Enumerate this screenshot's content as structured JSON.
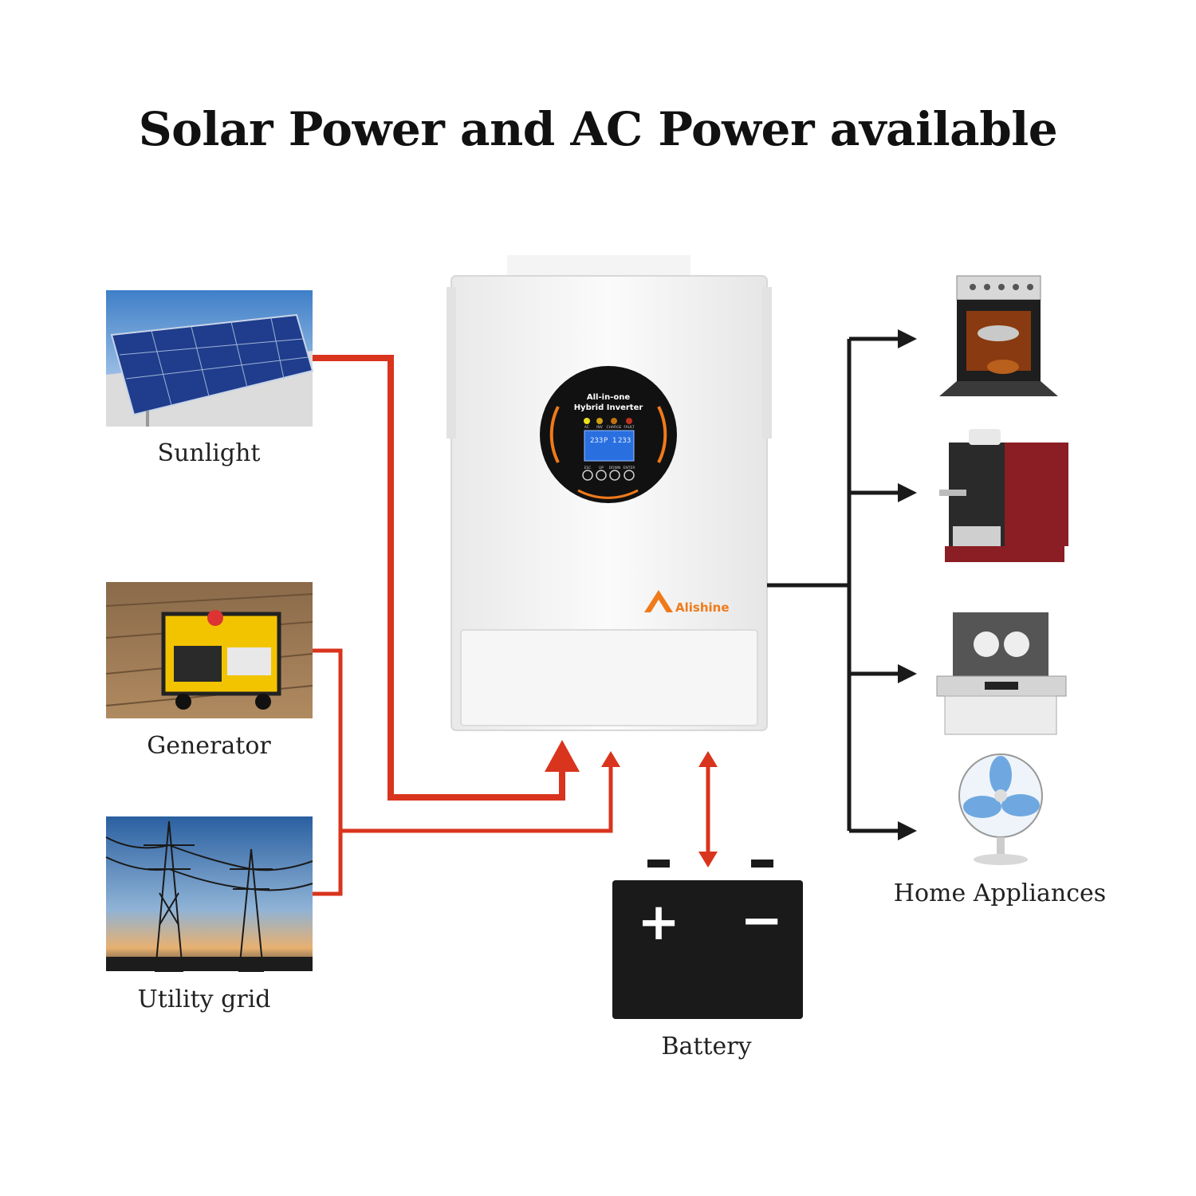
{
  "title": "Solar Power and AC Power available",
  "sources": [
    {
      "label": "Sunlight",
      "icon": "solar-panel-photo"
    },
    {
      "label": "Generator",
      "icon": "generator-photo"
    },
    {
      "label": "Utility grid",
      "icon": "utility-grid-photo"
    }
  ],
  "inverter": {
    "brand": "Alishine",
    "panel_line1": "All-in-one",
    "panel_line2": "Hybrid Inverter",
    "indicators": [
      "AC",
      "INV",
      "CHARGE",
      "FAULT"
    ],
    "lcd_left": "233",
    "lcd_mid": "P 1",
    "lcd_right": "233",
    "buttons": [
      "ESC",
      "UP",
      "DOWN",
      "ENTER"
    ]
  },
  "battery": {
    "label": "Battery",
    "plus": "+",
    "minus": "−"
  },
  "appliances": {
    "label": "Home Appliances",
    "items": [
      "oven-icon",
      "coffee-machine-icon",
      "dishwasher-icon",
      "fan-icon"
    ]
  },
  "colors": {
    "ac_line": "#d9341e",
    "load_line": "#1a1a1a",
    "accent": "#f07a1a"
  }
}
